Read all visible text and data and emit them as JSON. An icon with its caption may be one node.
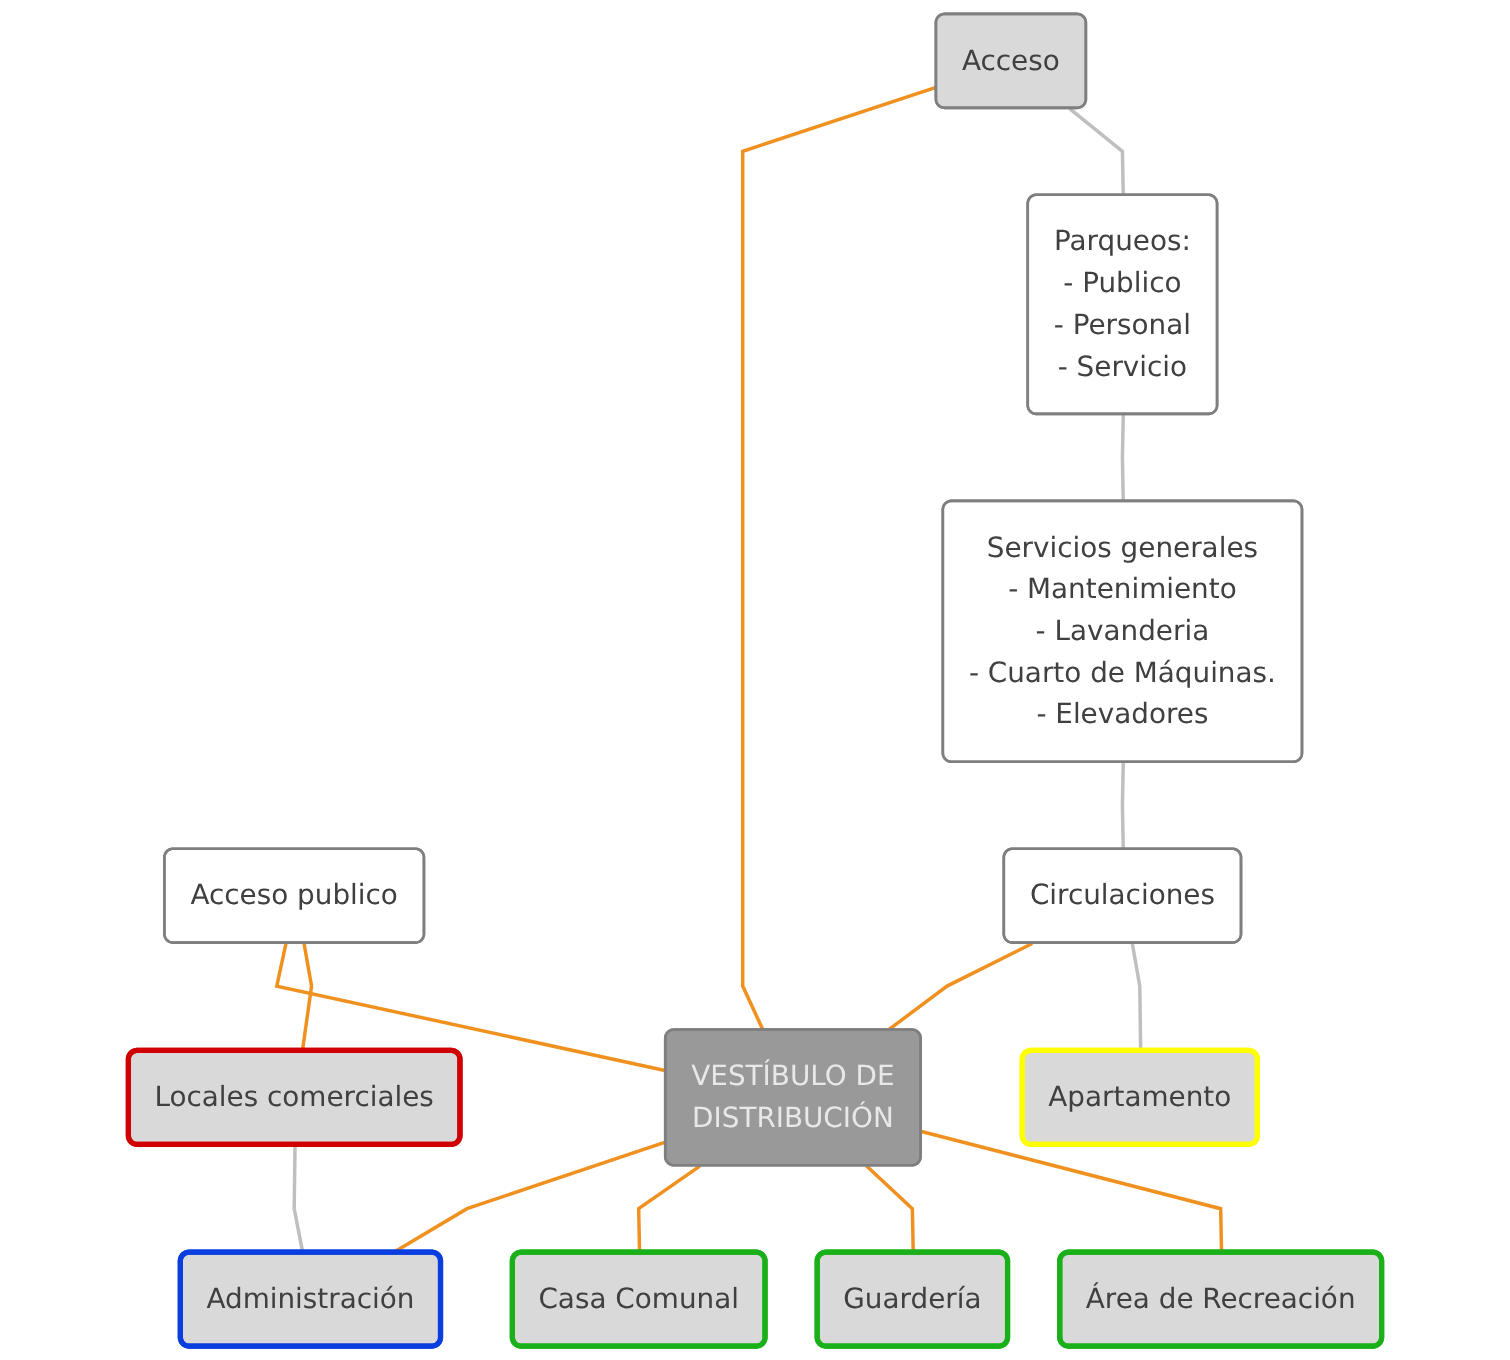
{
  "diagram": {
    "nodes": [
      {
        "text": [
          "Acceso publico"
        ]
      },
      {
        "text": [
          "Acceso"
        ]
      },
      {
        "text": [
          "Parqueos:",
          "- Publico",
          "- Personal",
          "- Servicio"
        ]
      },
      {
        "text": [
          "Servicios generales",
          "- Mantenimiento",
          "- Lavanderia",
          "- Cuarto de Máquinas.",
          "- Elevadores"
        ]
      },
      {
        "text": [
          "Circulaciones"
        ]
      },
      {
        "text": [
          "Apartamento"
        ]
      },
      {
        "text": [
          "VESTÍBULO DE",
          "DISTRIBUCIÓN"
        ]
      },
      {
        "text": [
          "Locales comerciales"
        ]
      },
      {
        "text": [
          "Administración"
        ]
      },
      {
        "text": [
          "Casa Comunal"
        ]
      },
      {
        "text": [
          "Guardería"
        ]
      },
      {
        "text": [
          "Área de Recreación"
        ]
      }
    ],
    "edges": [
      {
        "from": 0,
        "to": 6,
        "arrow": "none"
      },
      {
        "from": 0,
        "to": 7,
        "arrow": "none"
      },
      {
        "from": 1,
        "to": 6,
        "arrow": "none"
      },
      {
        "from": 1,
        "to": 2,
        "arrow": "none",
        "color": "#bfbfbf"
      },
      {
        "from": 2,
        "to": 3,
        "arrow": "none",
        "color": "#bfbfbf"
      },
      {
        "from": 3,
        "to": 4,
        "arrow": "none",
        "color": "#bfbfbf"
      },
      {
        "from": 4,
        "to": 6,
        "arrow": "none"
      },
      {
        "from": 4,
        "to": 5,
        "arrow": "none",
        "color": "#bfbfbf"
      },
      {
        "from": 7,
        "to": 8,
        "arrow": "none",
        "color": "#bfbfbf"
      },
      {
        "from": 6,
        "to": 8,
        "arrow": "none"
      },
      {
        "from": 6,
        "to": 9,
        "arrow": "none"
      },
      {
        "from": 6,
        "to": 10,
        "arrow": "none"
      },
      {
        "from": 6,
        "to": 11,
        "arrow": "none"
      }
    ]
  }
}
